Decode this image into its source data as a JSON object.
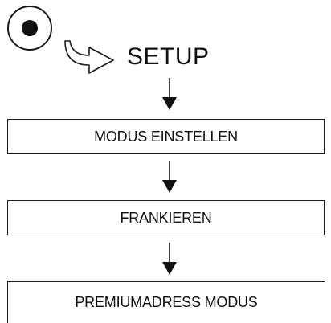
{
  "header": {
    "title": "SETUP",
    "button_icon": "round-button-icon",
    "pointer_icon": "hollow-arrow-icon"
  },
  "steps": [
    {
      "label": "MODUS EINSTELLEN"
    },
    {
      "label": "FRANKIEREN"
    },
    {
      "label": "PREMIUMADRESS MODUS"
    }
  ],
  "colors": {
    "line": "#1a1a1a",
    "background": "#ffffff"
  }
}
